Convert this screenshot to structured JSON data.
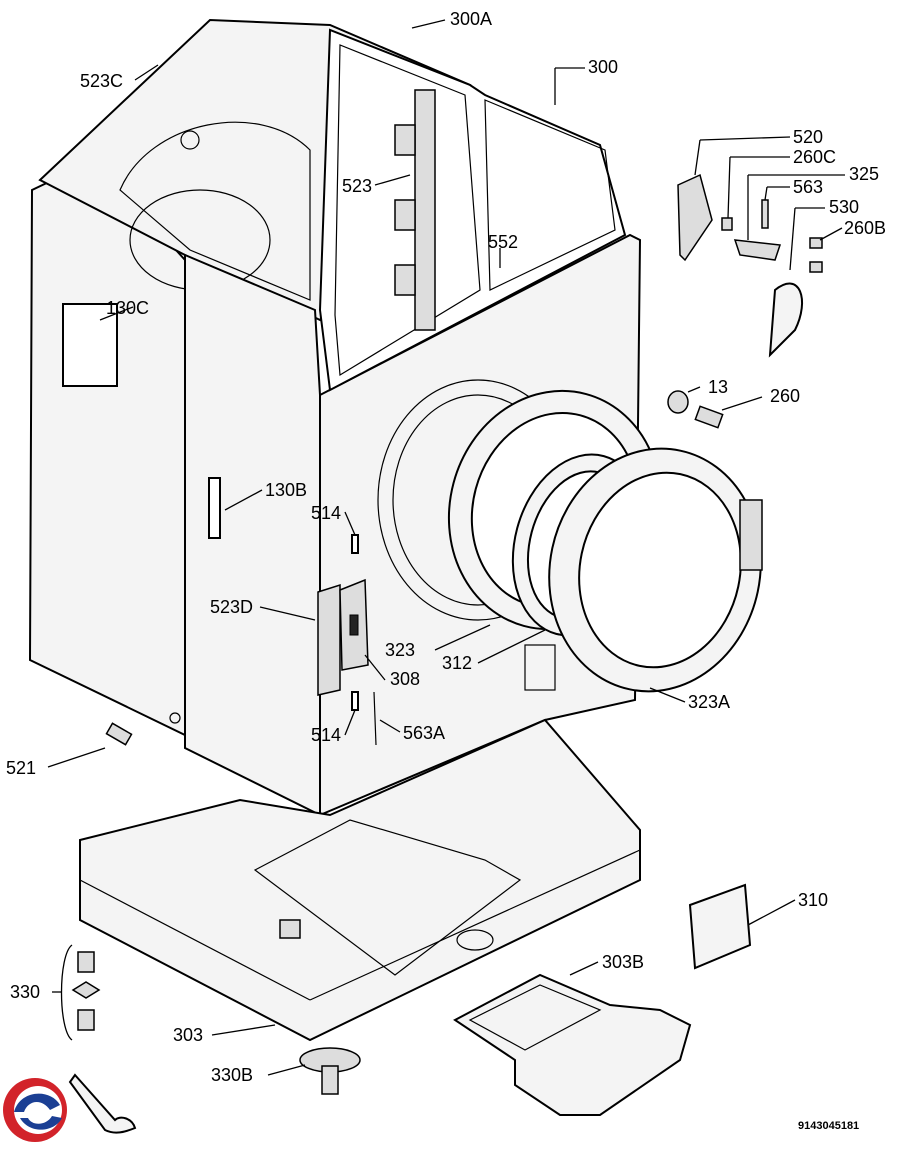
{
  "part_labels": {
    "p300A": "300A",
    "p300": "300",
    "p523C": "523C",
    "p520": "520",
    "p260C": "260C",
    "p325": "325",
    "p563": "563",
    "p530": "530",
    "p260B": "260B",
    "p523": "523",
    "p552": "552",
    "p130C": "130C",
    "p13": "13",
    "p260": "260",
    "p130B": "130B",
    "p514a": "514",
    "p523D": "523D",
    "p323": "323",
    "p312": "312",
    "p308": "308",
    "p323A": "323A",
    "p514b": "514",
    "p563A": "563A",
    "p521": "521",
    "p310": "310",
    "p303B": "303B",
    "p330": "330",
    "p303": "303",
    "p330B": "330B"
  },
  "doc_number": "9143045181",
  "colors": {
    "line": "#000000",
    "logo_red": "#d2232a",
    "logo_blue": "#1b3f94"
  }
}
